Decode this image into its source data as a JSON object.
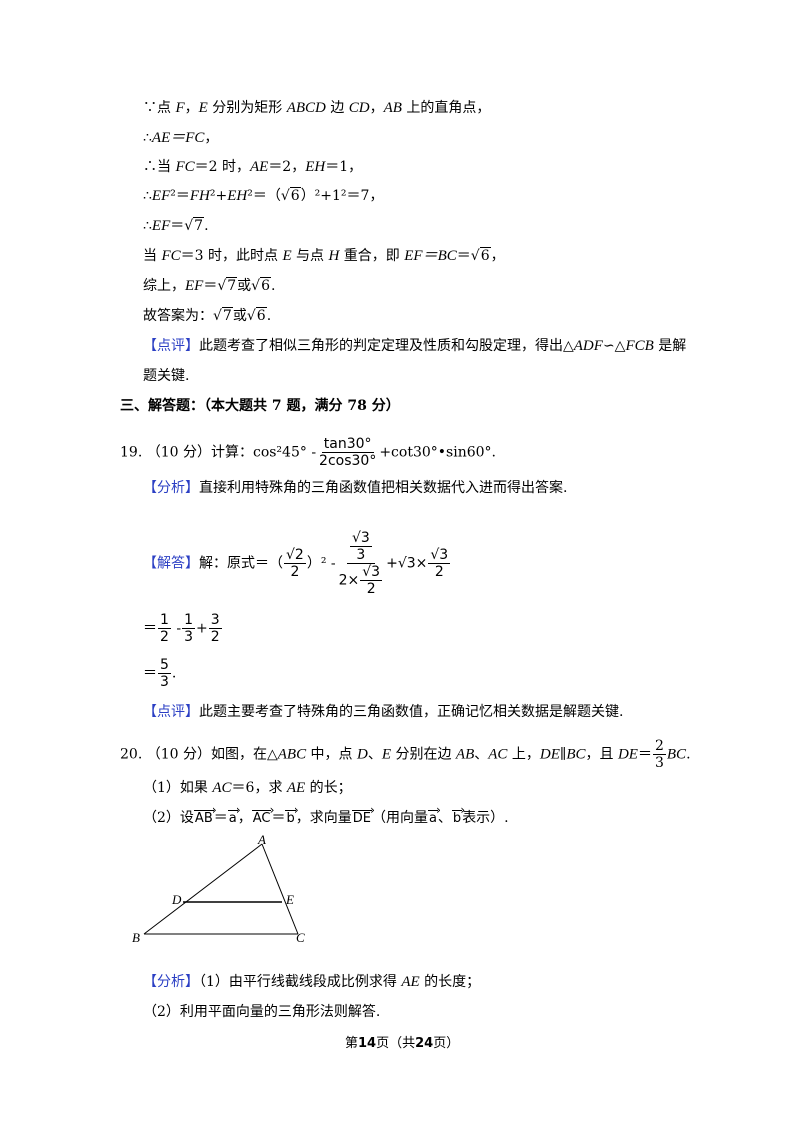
{
  "lines": {
    "l1": {
      "a": "∵点 ",
      "F": "F",
      "b": "，",
      "E": "E",
      "c": " 分别为矩形 ",
      "ABCD": "ABCD",
      "d": " 边 ",
      "CD": "CD",
      "e": "，",
      "AB": "AB",
      "f": " 上的直角点，"
    },
    "l2": {
      "a": "∴",
      "t": "AE＝FC",
      "b": "，"
    },
    "l3": {
      "a": "∴当 ",
      "FC": "FC",
      "b": "＝2 时，",
      "AE": "AE",
      "c": "＝2，",
      "EH": "EH",
      "d": "＝1，"
    },
    "l4": {
      "a": "∴",
      "t1": "EF",
      "b": "²＝",
      "t2": "FH",
      "c": "²+",
      "t3": "EH",
      "d": "²＝（",
      "r": "6",
      "e": "）²+1²＝7，"
    },
    "l5": {
      "a": "∴",
      "t": "EF",
      "b": "＝",
      "r": "7",
      "c": "."
    },
    "l6": {
      "a": "当 ",
      "FC": "FC",
      "b": "＝3 时，此时点 ",
      "E": "E",
      "c": " 与点 ",
      "H": "H",
      "d": " 重合，即 ",
      "t": "EF＝BC",
      "e": "＝",
      "r": "6",
      "f": "，"
    },
    "l7": {
      "a": "综上，",
      "t": "EF",
      "b": "＝",
      "r1": "7",
      "c": "或",
      "r2": "6",
      "d": "."
    },
    "l8": {
      "a": "故答案为：",
      "r1": "7",
      "c": "或",
      "r2": "6",
      "d": "."
    },
    "l9": {
      "tag": "【点评】",
      "a": "此题考查了相似三角形的判定定理及性质和勾股定理，得出△",
      "t1": "ADF",
      "b": "∽△",
      "t2": "FCB",
      "c": " 是解"
    },
    "l10": "题关键.",
    "section": "三、解答题：（本大题共 7 题，满分 78 分）",
    "q19": {
      "num": "19.",
      "a": "（10 分）计算：cos²45° -",
      "fn": "tan30°",
      "fd": "2cos30°",
      "b": "+cot30°•sin60°."
    },
    "a19": {
      "tag": "【分析】",
      "a": "直接利用特殊角的三角函数值把相关数据代入进而得出答案."
    },
    "s19": {
      "tag": "【解答】",
      "a": "解：原式＝（",
      "n1": "√2",
      "d1": "2",
      "b": "）² -",
      "n2": "√3",
      "d2": "3",
      "c": "2×",
      "n3": "√3",
      "d3": "2",
      "d": "+√3×",
      "n4": "√3",
      "d4": "2"
    },
    "s19b": {
      "a": "＝",
      "n1": "1",
      "d1": "2",
      "b": " -",
      "n2": "1",
      "d2": "3",
      "c": "+",
      "n3": "3",
      "d3": "2"
    },
    "s19c": {
      "a": "＝",
      "n1": "5",
      "d1": "3",
      "b": "."
    },
    "c19": {
      "tag": "【点评】",
      "a": "此题主要考查了特殊角的三角函数值，正确记忆相关数据是解题关键."
    },
    "q20": {
      "num": "20.",
      "a": "（10 分）如图，在△",
      "t1": "ABC",
      "b": " 中，点 ",
      "t2": "D",
      "c": "、",
      "t3": "E",
      "d": " 分别在边 ",
      "t4": "AB",
      "e": "、",
      "t5": "AC",
      "f": " 上，",
      "t6": "DE",
      "g": "∥",
      "t7": "BC",
      "h": "，且 ",
      "t8": "DE",
      "i": "＝",
      "fn": "2",
      "fd": "3",
      "t9": "BC",
      "j": "."
    },
    "q20a": {
      "a": "（1）如果 ",
      "t1": "AC",
      "b": "＝6，求 ",
      "t2": "AE",
      "c": " 的长；"
    },
    "q20b": {
      "a": "（2）设",
      "v1": "AB",
      "b": "＝",
      "v2": "a",
      "c": "，",
      "v3": "AC",
      "d": "＝",
      "v4": "b",
      "e": "，求向量",
      "v5": "DE",
      "f": "（用向量",
      "v6": "a",
      "g": "、",
      "v7": "b",
      "h": "表示）."
    },
    "a20": {
      "tag": "【分析】",
      "a": "（1）由平行线截线段成比例求得 ",
      "t": "AE",
      "b": " 的长度；"
    },
    "a20b": "（2）利用平面向量的三角形法则解答.",
    "footer": {
      "a": "第",
      "p": "14",
      "b": "页（共",
      "t": "24",
      "c": "页）"
    }
  },
  "figure": {
    "labels": {
      "A": "A",
      "B": "B",
      "C": "C",
      "D": "D",
      "E": "E"
    }
  },
  "colors": {
    "tag": "#2b3fc4"
  }
}
